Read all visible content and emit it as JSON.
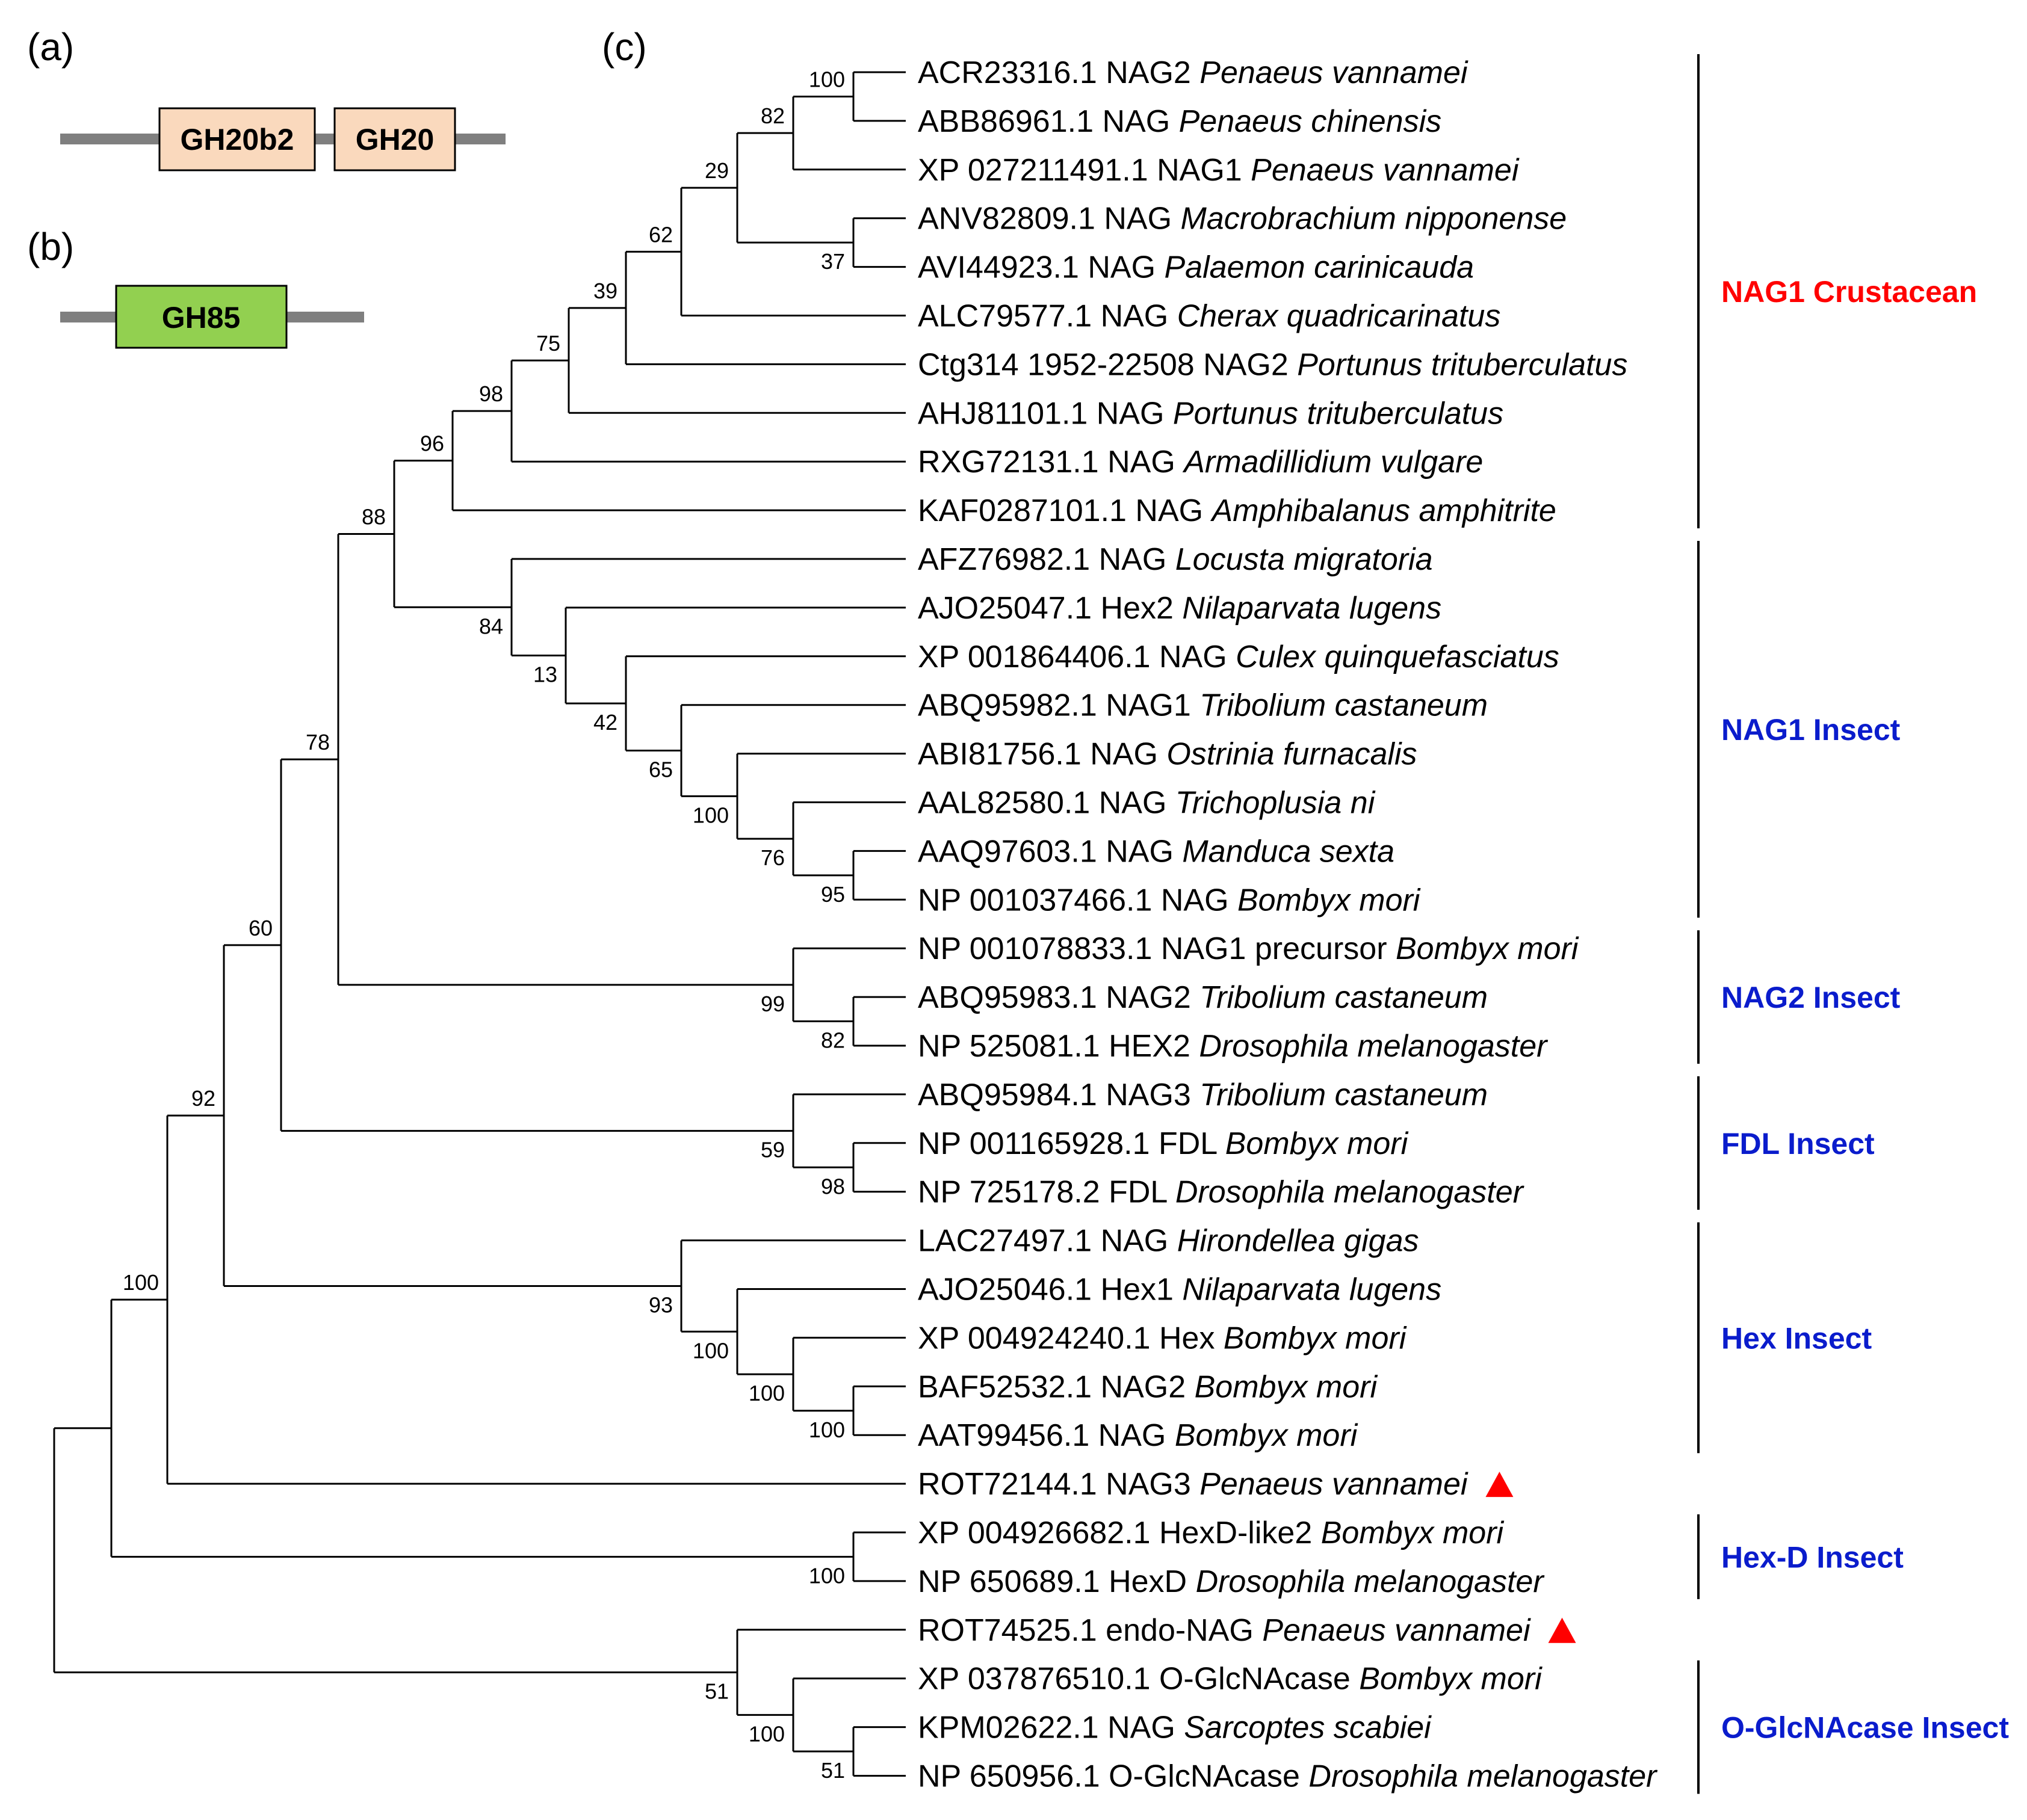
{
  "panels": {
    "a": "(a)",
    "b": "(b)",
    "c": "(c)"
  },
  "domains_a": [
    "GH20b2",
    "GH20"
  ],
  "domains_b": [
    "GH85"
  ],
  "colors": {
    "gh20_fill": "#fad9bd",
    "gh85_fill": "#92d050",
    "backbone": "#7f7f7f",
    "crustacean": "#ff0000",
    "insect": "#0a1ccc",
    "marker": "#ff0000"
  },
  "tips": [
    {
      "acc": "ACR23316.1 NAG2",
      "sp": "Penaeus vannamei"
    },
    {
      "acc": "ABB86961.1 NAG",
      "sp": "Penaeus chinensis"
    },
    {
      "acc": "XP 027211491.1 NAG1",
      "sp": "Penaeus vannamei"
    },
    {
      "acc": "ANV82809.1 NAG",
      "sp": "Macrobrachium nipponense"
    },
    {
      "acc": "AVI44923.1 NAG",
      "sp": "Palaemon carinicauda"
    },
    {
      "acc": "ALC79577.1 NAG",
      "sp": "Cherax quadricarinatus"
    },
    {
      "acc": "Ctg314 1952-22508 NAG2",
      "sp": "Portunus trituberculatus"
    },
    {
      "acc": "AHJ81101.1 NAG",
      "sp": "Portunus trituberculatus"
    },
    {
      "acc": "RXG72131.1 NAG",
      "sp": "Armadillidium vulgare"
    },
    {
      "acc": "KAF0287101.1 NAG",
      "sp": "Amphibalanus amphitrite"
    },
    {
      "acc": "AFZ76982.1 NAG",
      "sp": "Locusta migratoria"
    },
    {
      "acc": "AJO25047.1 Hex2",
      "sp": "Nilaparvata lugens"
    },
    {
      "acc": "XP 001864406.1 NAG",
      "sp": "Culex quinquefasciatus"
    },
    {
      "acc": "ABQ95982.1 NAG1",
      "sp": "Tribolium castaneum"
    },
    {
      "acc": "ABI81756.1 NAG",
      "sp": "Ostrinia furnacalis"
    },
    {
      "acc": "AAL82580.1 NAG",
      "sp": "Trichoplusia ni"
    },
    {
      "acc": "AAQ97603.1 NAG",
      "sp": "Manduca sexta"
    },
    {
      "acc": "NP 001037466.1 NAG",
      "sp": "Bombyx mori"
    },
    {
      "acc": "NP 001078833.1 NAG1 precursor",
      "sp": "Bombyx mori"
    },
    {
      "acc": "ABQ95983.1 NAG2",
      "sp": "Tribolium castaneum"
    },
    {
      "acc": "NP 525081.1 HEX2",
      "sp": "Drosophila melanogaster"
    },
    {
      "acc": "ABQ95984.1 NAG3",
      "sp": "Tribolium castaneum"
    },
    {
      "acc": "NP 001165928.1 FDL",
      "sp": "Bombyx mori"
    },
    {
      "acc": "NP 725178.2 FDL",
      "sp": "Drosophila melanogaster"
    },
    {
      "acc": "LAC27497.1 NAG",
      "sp": "Hirondellea gigas"
    },
    {
      "acc": "AJO25046.1 Hex1",
      "sp": "Nilaparvata lugens"
    },
    {
      "acc": "XP 004924240.1 Hex",
      "sp": "Bombyx mori"
    },
    {
      "acc": "BAF52532.1 NAG2",
      "sp": "Bombyx mori"
    },
    {
      "acc": "AAT99456.1 NAG",
      "sp": "Bombyx mori"
    },
    {
      "acc": "ROT72144.1 NAG3",
      "sp": "Penaeus vannamei",
      "marker": true
    },
    {
      "acc": "XP 004926682.1 HexD-like2",
      "sp": "Bombyx mori"
    },
    {
      "acc": "NP 650689.1 HexD",
      "sp": "Drosophila melanogaster"
    },
    {
      "acc": "ROT74525.1 endo-NAG",
      "sp": "Penaeus vannamei",
      "marker": true
    },
    {
      "acc": "XP 037876510.1 O-GlcNAcase",
      "sp": "Bombyx mori"
    },
    {
      "acc": "KPM02622.1 NAG",
      "sp": "Sarcoptes scabiei"
    },
    {
      "acc": "NP 650956.1 O-GlcNAcase",
      "sp": "Drosophila melanogaster"
    }
  ],
  "clades": [
    {
      "label": "NAG1 Crustacean",
      "from": 0,
      "to": 9,
      "color": "crustacean"
    },
    {
      "label": "NAG1 Insect",
      "from": 10,
      "to": 17,
      "color": "insect"
    },
    {
      "label": "NAG2 Insect",
      "from": 18,
      "to": 20,
      "color": "insect"
    },
    {
      "label": "FDL Insect",
      "from": 21,
      "to": 23,
      "color": "insect"
    },
    {
      "label": "Hex Insect",
      "from": 24,
      "to": 28,
      "color": "insect"
    },
    {
      "label": "Hex-D Insect",
      "from": 30,
      "to": 31,
      "color": "insect"
    },
    {
      "label": "O-GlcNAcase Insect",
      "from": 33,
      "to": 35,
      "color": "insect"
    }
  ],
  "bootstrap": [
    "100",
    "82",
    "29",
    "62",
    "39",
    "75",
    "98",
    "96",
    "88",
    "37",
    "84",
    "13",
    "42",
    "65",
    "100",
    "76",
    "95",
    "99",
    "82",
    "59",
    "98",
    "93",
    "100",
    "100",
    "100",
    "78",
    "60",
    "92",
    "100",
    "100",
    "51",
    "100",
    "51"
  ]
}
